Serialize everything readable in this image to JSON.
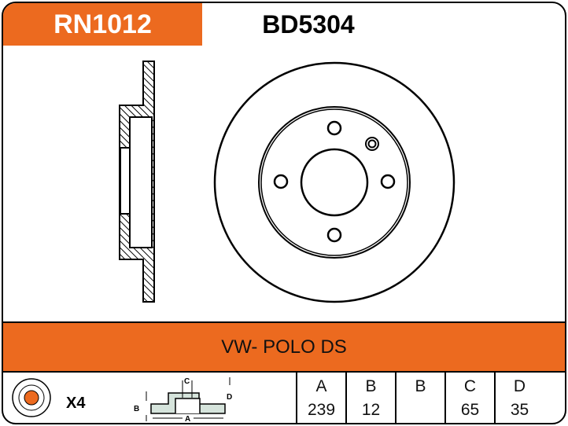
{
  "header": {
    "ref": "RN1012",
    "code": "BD5304"
  },
  "vehicle": "VW- POLO DS",
  "quantity": "X4",
  "icons": {
    "bolt": "disc-bolt-icon",
    "profile": "disc-profile-dimension-icon"
  },
  "dimension_labels": {
    "a": "A",
    "b": "B",
    "c": "C",
    "d": "D"
  },
  "table": {
    "columns": [
      {
        "header": "A",
        "value": "239"
      },
      {
        "header": "B",
        "value": "12"
      },
      {
        "header": "B",
        "value": ""
      },
      {
        "header": "C",
        "value": "65"
      },
      {
        "header": "D",
        "value": "35"
      }
    ]
  },
  "colors": {
    "accent": "#EC6A1F"
  }
}
